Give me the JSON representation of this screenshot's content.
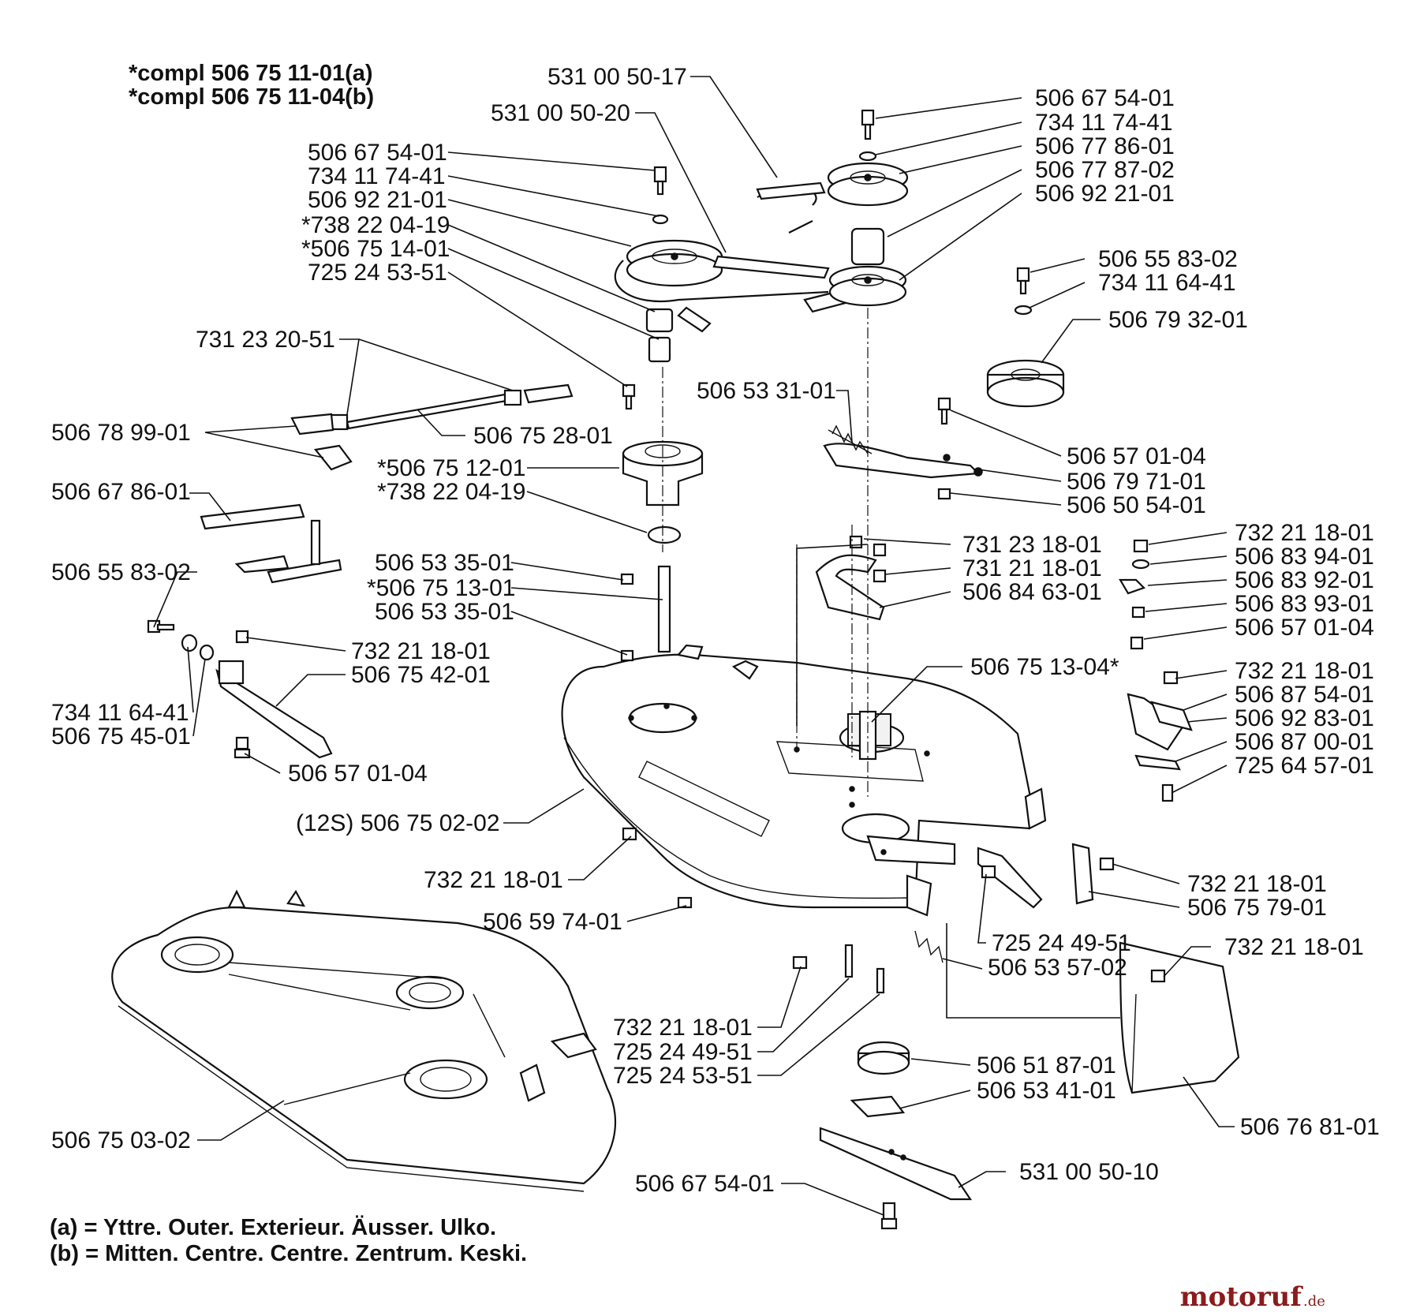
{
  "header": {
    "line_a": "*compl 506 75 11-01(a)",
    "line_b": "*compl 506 75 11-04(b)"
  },
  "legend": {
    "a": "(a) =  Yttre. Outer. Exterieur. Äusser. Ulko.",
    "b": "(b) =  Mitten. Centre. Centre. Zentrum. Keski."
  },
  "watermark": {
    "main": "motoruf",
    "suffix": ".de"
  },
  "labels": {
    "p53100501_7": "531 00 50-17",
    "p53100502_0": "531 00 50-20",
    "p5066754_r": "506 67 54-01",
    "p7341174_r": "734 11 74-41",
    "p5067786_r": "506 77 86-01",
    "p5067787_r": "506 77 87-02",
    "p5069221_r": "506 92 21-01",
    "p5066754_l": "506 67 54-01",
    "p7341174_l": "734 11 74-41",
    "p5069221_l": "506 92 21-01",
    "p7382204_a": "*738 22 04-19",
    "p5067514": "*506 75 14-01",
    "p7252453_a": "725 24 53-51",
    "p5065583_r": "506 55 83-02",
    "p7341164_r": "734 11 64-41",
    "p5067932": "506 79 32-01",
    "p7312320": "731 23 20-51",
    "p5067899": "506 78 99-01",
    "p5067528": "506 75 28-01",
    "p5065331": "506 53 31-01",
    "p5065701_a": "506 57 01-04",
    "p5067971": "506 79 71-01",
    "p5065054": "506 50 54-01",
    "p5067512": "*506 75 12-01",
    "p7382204_b": "*738 22 04-19",
    "p5066786": "506 67 86-01",
    "p7312318": "731 23 18-01",
    "p7312118": "731 21 18-01",
    "p5068463": "506 84 63-01",
    "p7322118_a": "732 21 18-01",
    "p5068394": "506 83 94-01",
    "p5068392": "506 83 92-01",
    "p5068393": "506 83 93-01",
    "p5065701_b": "506 57 01-04",
    "p5065335_a": "506 53 35-01",
    "p5067513": "*506 75 13-01",
    "p5065335_b": "506 53 35-01",
    "p5065583_l": "506 55 83-02",
    "p7322118_b": "732 21 18-01",
    "p5067542": "506 75 42-01",
    "p7341164_l": "734 11 64-41",
    "p5067545": "506 75 45-01",
    "p5065701_c": "506 57 01-04",
    "p50675134": "506 75 13-04*",
    "p7322118_c": "732 21 18-01",
    "p5068754": "506 87 54-01",
    "p5069283": "506 92 83-01",
    "p5068700": "506 87 00-01",
    "p7256457": "725 64 57-01",
    "p5067502": "(12S) 506 75 02-02",
    "p7322118_d": "732 21 18-01",
    "p7322118_e": "732 21 18-01",
    "p5067579": "506 75 79-01",
    "p5065974": "506 59 74-01",
    "p7252449_a": "725 24 49-51",
    "p5065357": "506 53 57-02",
    "p7322118_f": "732 21 18-01",
    "p7322118_g": "732 21 18-01",
    "p7252449_b": "725 24 49-51",
    "p7252453_b": "725 24 53-51",
    "p5065187": "506 51 87-01",
    "p5065341": "506 53 41-01",
    "p5067681": "506 76 81-01",
    "p5067503": "506 75 03-02",
    "p5066754_b": "506 67 54-01",
    "p53100501_0": "531 00 50-10"
  }
}
